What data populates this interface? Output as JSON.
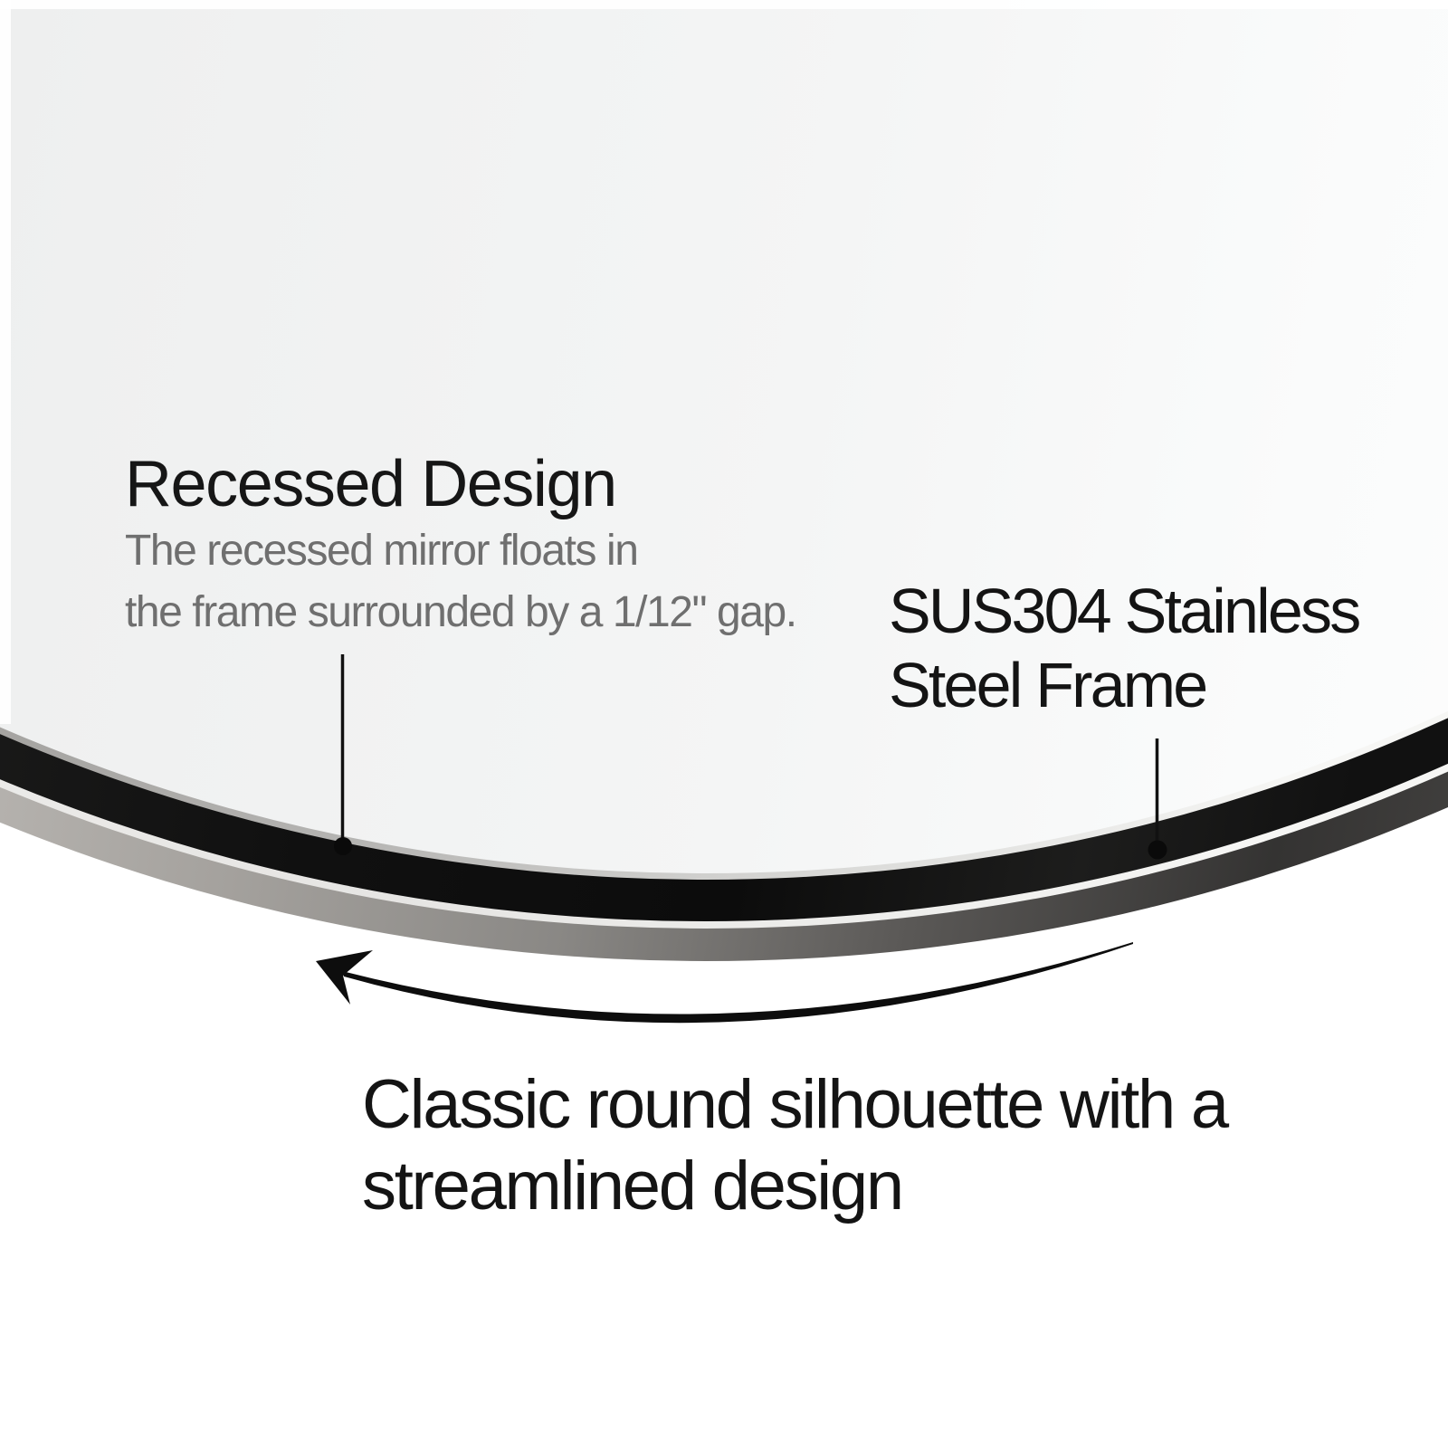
{
  "colors": {
    "background": "#ffffff",
    "mirror_surface": "#f0f1f1",
    "recessed_gap": "#101010",
    "frame_silver_left": "#c2bfbb",
    "frame_dark_right": "#343332",
    "title_text": "#161616",
    "body_text": "#6f6f6f",
    "annotation_ink": "#111111"
  },
  "callouts": {
    "recessed": {
      "title": "Recessed Design",
      "desc_line1": "The recessed mirror floats in",
      "desc_line2": "the frame surrounded by a 1/12\" gap."
    },
    "frame": {
      "label_line1": "SUS304 Stainless",
      "label_line2": "Steel Frame"
    },
    "caption": {
      "line1": "Classic round silhouette with a",
      "line2": "streamlined design"
    }
  }
}
